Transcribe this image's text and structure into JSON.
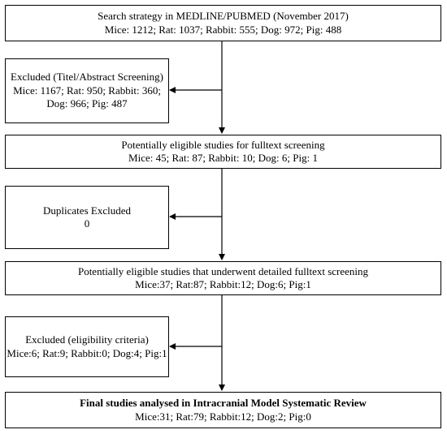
{
  "flow": {
    "search": {
      "title": "Search strategy in MEDLINE/PUBMED (November 2017)",
      "counts": "Mice: 1212; Rat: 1037; Rabbit: 555; Dog: 972; Pig: 488"
    },
    "excluded_screening": {
      "title": "Excluded (Titel/Abstract Screening)",
      "counts": "Mice: 1167; Rat: 950; Rabbit: 360; Dog: 966; Pig: 487"
    },
    "eligible": {
      "title": "Potentially eligible studies for fulltext screening",
      "counts": "Mice: 45; Rat: 87; Rabbit: 10; Dog: 6; Pig: 1"
    },
    "duplicates": {
      "title": "Duplicates Excluded",
      "count": "0"
    },
    "detailed": {
      "title": "Potentially eligible studies that underwent detailed fulltext screening",
      "counts": "Mice:37; Rat:87; Rabbit:12; Dog:6; Pig:1"
    },
    "excluded_eligibility": {
      "title": "Excluded (eligibility criteria)",
      "counts": "Mice:6; Rat:9; Rabbit:0; Dog:4; Pig:1"
    },
    "final": {
      "title": "Final studies analysed in Intracranial Model Systematic Review",
      "counts": "Mice:31; Rat:79; Rabbit:12; Dog:2; Pig:0"
    }
  }
}
